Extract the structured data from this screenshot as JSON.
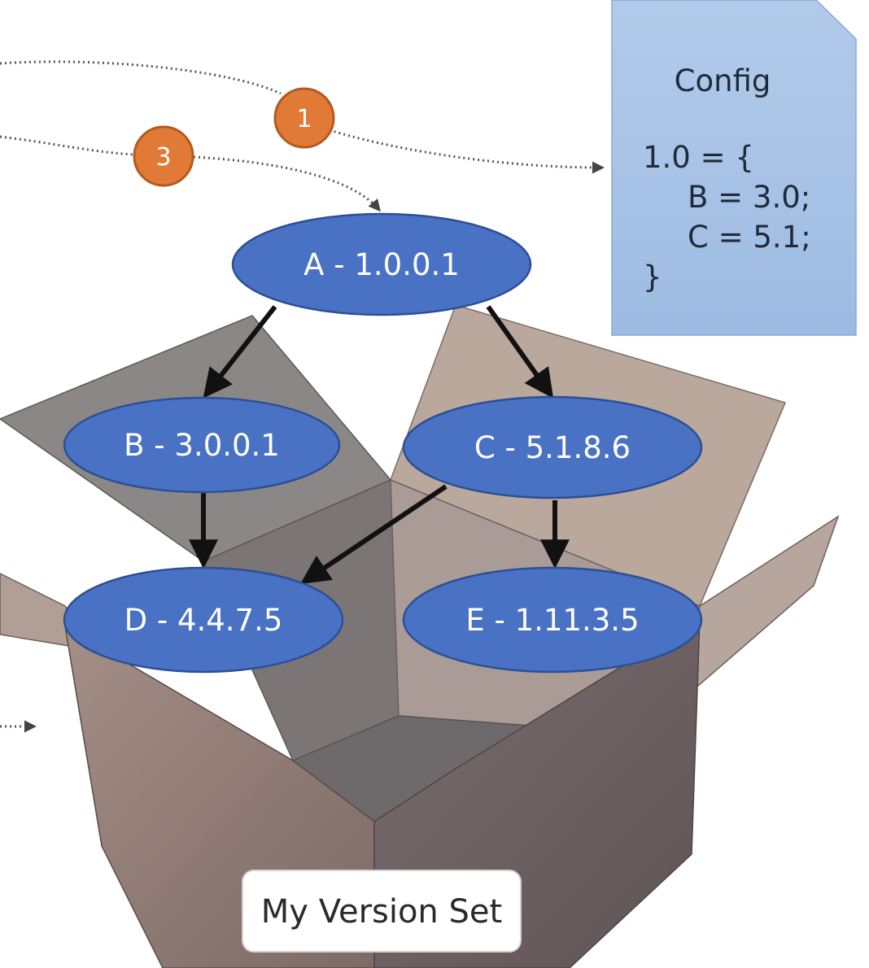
{
  "config": {
    "title": "Config",
    "lines": [
      "1.0 = {",
      "B = 3.0;",
      "C = 5.1;",
      "}"
    ]
  },
  "badges": [
    "1",
    "3"
  ],
  "nodes": {
    "a": "A - 1.0.0.1",
    "b": "B - 3.0.0.1",
    "c": "C - 5.1.8.6",
    "d": "D - 4.4.7.5",
    "e": "E - 1.11.3.5"
  },
  "edges": [
    {
      "from": "A",
      "to": "B"
    },
    {
      "from": "A",
      "to": "C"
    },
    {
      "from": "B",
      "to": "D"
    },
    {
      "from": "C",
      "to": "D"
    },
    {
      "from": "C",
      "to": "E"
    }
  ],
  "version_set_label": "My Version Set",
  "colors": {
    "node_fill": "#4a72c4",
    "badge_fill": "#e07a36",
    "config_fill": "#a9c4e6",
    "box_left": "#8f7b74",
    "box_right": "#6e6164",
    "flap_left": "#8d8888",
    "flap_right": "#b7a69a"
  }
}
